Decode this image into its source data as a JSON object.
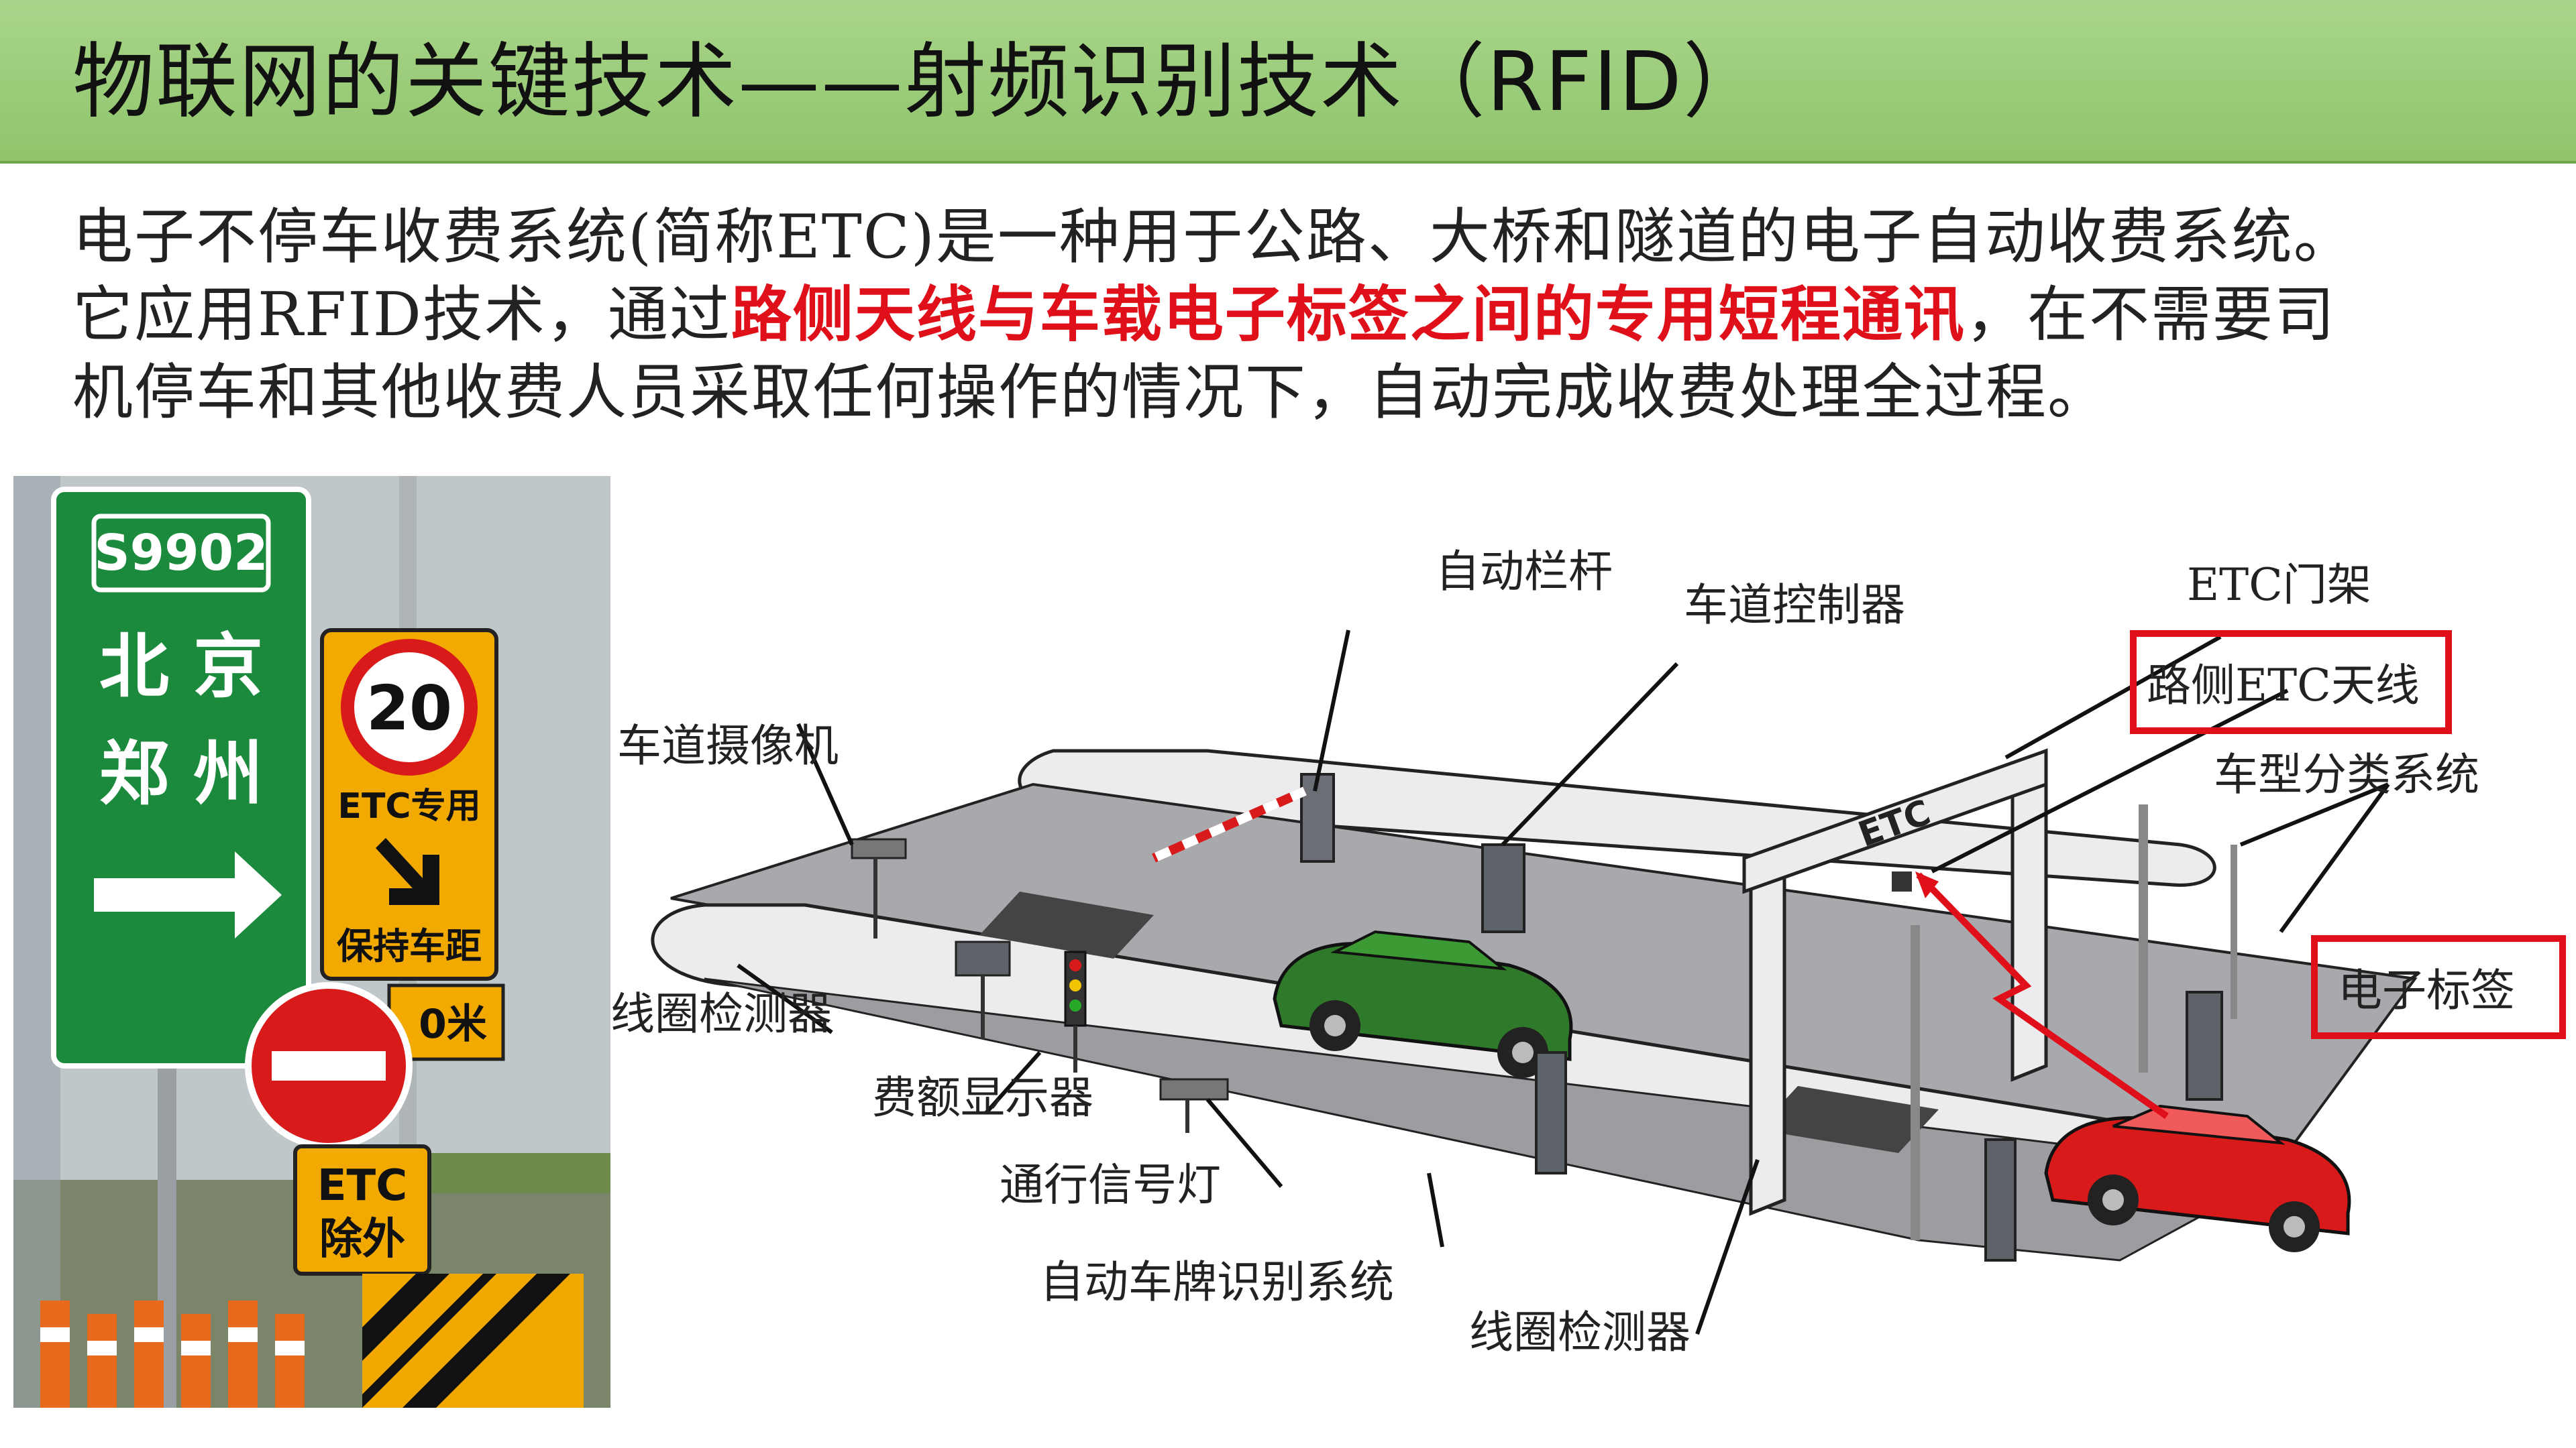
{
  "slide": {
    "title": "物联网的关键技术——射频识别技术（RFID）",
    "paragraph": {
      "line1": "电子不停车收费系统(简称ETC)是一种用于公路、大桥和隧道的电子自动收费系统。",
      "line2_pre": "它应用RFID技术，通过",
      "line2_highlight": "路侧天线与车载电子标签之间的专用短程通讯",
      "line2_post": "，在不需要司",
      "line3": "机停车和其他收费人员采取任何操作的情况下，自动完成收费处理全过程。"
    }
  },
  "photo": {
    "route_sign": "S9902",
    "city1": "北 京",
    "city2": "郑 州",
    "speed_limit": "20",
    "etc_lane_sign": "ETC专用",
    "keep_distance_sign": "保持车距",
    "distance_tail": "0米",
    "etc_except_sign": "ETC\n除外"
  },
  "diagram": {
    "labels": {
      "auto_barrier": "自动栏杆",
      "lane_controller": "车道控制器",
      "etc_gantry": "ETC门架",
      "roadside_antenna": "路侧ETC天线",
      "vehicle_classifier": "车型分类系统",
      "lane_camera": "车道摄像机",
      "loop_detector_1": "线圈检测器",
      "fee_display": "费额显示器",
      "traffic_light": "通行信号灯",
      "plate_recognition": "自动车牌识别系统",
      "loop_detector_2": "线圈检测器",
      "electronic_tag": "电子标签"
    },
    "gantry_text": "ETC",
    "highlight_color": "#e0101a",
    "car_colors": {
      "green": "#2f7a2a",
      "red": "#d81a1a"
    }
  }
}
